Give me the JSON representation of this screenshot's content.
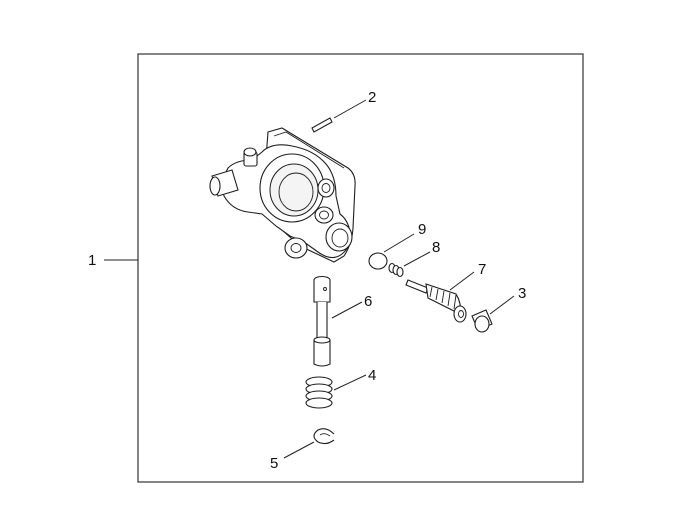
{
  "callouts": {
    "assembly": "1",
    "pin": "2",
    "plug": "3",
    "spring": "4",
    "clip": "5",
    "plunger": "6",
    "worm_gear": "7",
    "small_spring": "8",
    "washer": "9"
  }
}
